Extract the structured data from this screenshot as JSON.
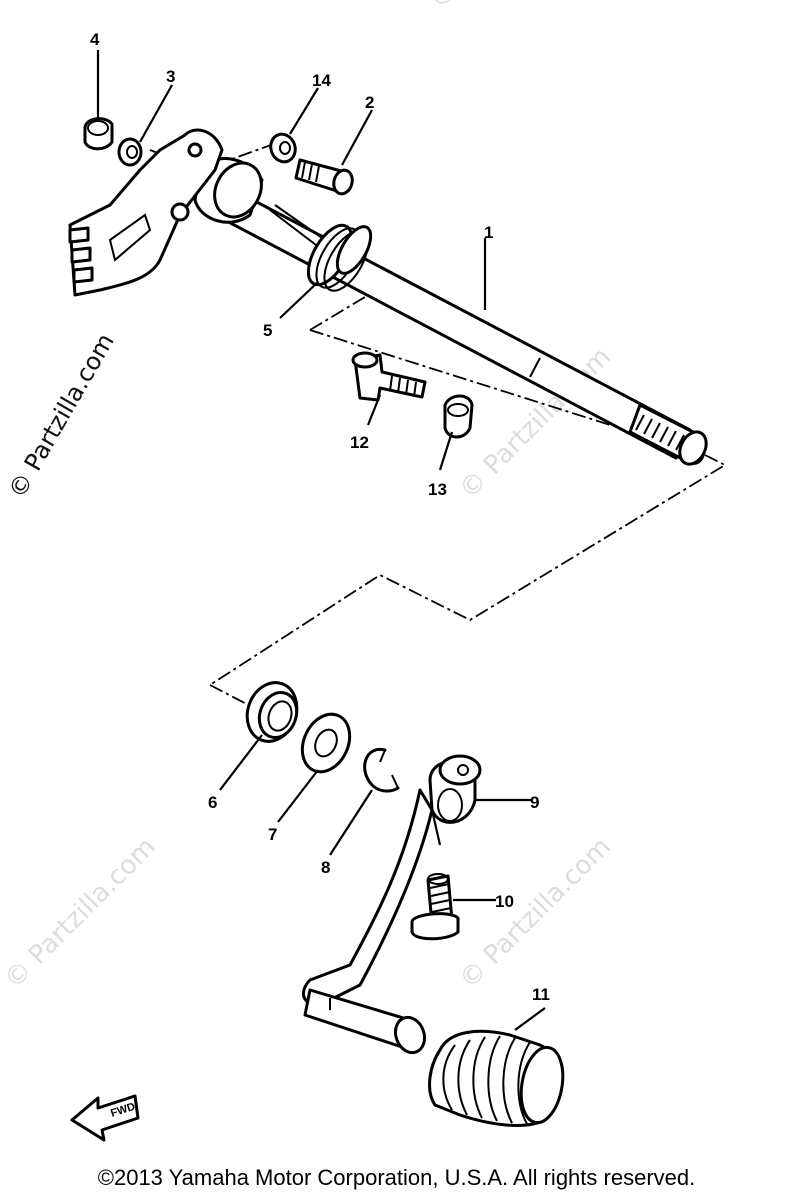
{
  "callouts": [
    "1",
    "2",
    "3",
    "4",
    "5",
    "6",
    "7",
    "8",
    "9",
    "10",
    "11",
    "12",
    "13",
    "14"
  ],
  "watermarks": {
    "main": "© Partzilla.com",
    "faint": "© Partzilla.com"
  },
  "fwd_label": "FWD",
  "copyright": "©2013 Yamaha Motor Corporation, U.S.A. All rights reserved."
}
